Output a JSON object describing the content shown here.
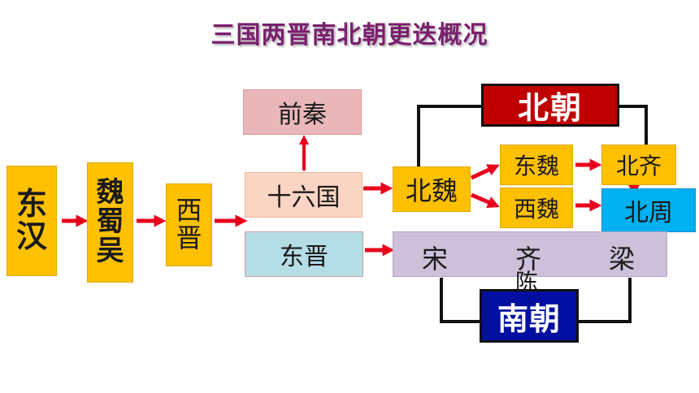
{
  "title": "三国两晋南北朝更迭概况",
  "nodes": {
    "donghan": "东汉",
    "weishuwu": "魏蜀吴",
    "xijin": "西晋",
    "qianqin": "前秦",
    "shiliuguo": "十六国",
    "dongjin": "东晋",
    "beiwei": "北魏",
    "dongwei": "东魏",
    "xiwei": "西魏",
    "beiqi": "北齐",
    "beizhou": "北周",
    "song": "宋",
    "qi": "齐",
    "liang": "梁",
    "chen": "陈"
  },
  "groups": {
    "beichao": "北朝",
    "nanchao": "南朝"
  },
  "colors": {
    "title": "#7a1f6e",
    "arrow": "#e8001c",
    "yellow": "#ffc000",
    "peach": "#fbd5c3",
    "pink": "#e9b7b9",
    "lightblue": "#b4dde6",
    "lavender": "#ccc0da",
    "cyan": "#00b0f0",
    "beichao_bg": "#c00000",
    "nanchao_bg": "#000f9f"
  }
}
